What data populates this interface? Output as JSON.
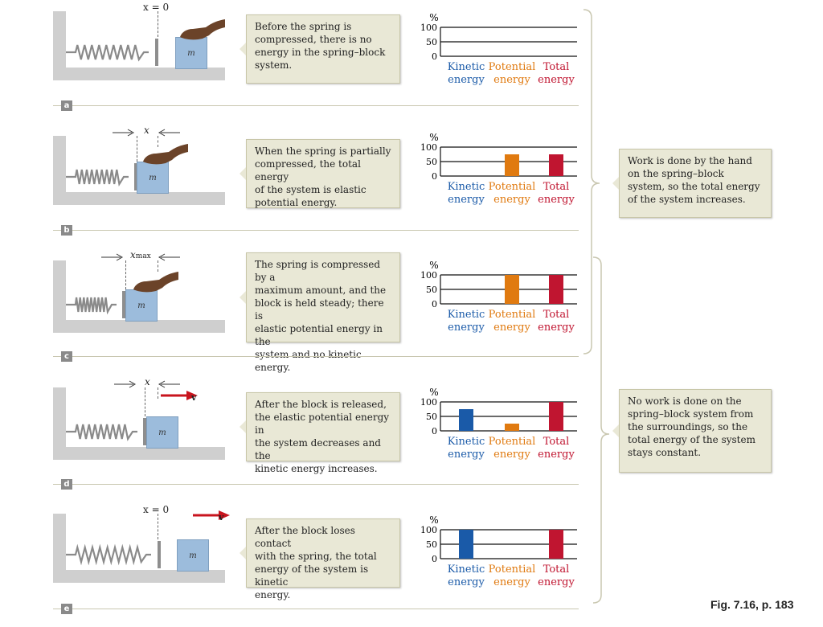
{
  "caption": "Fig. 7.16, p. 183",
  "chart_axis": {
    "unit": "%",
    "ticks": [
      "100",
      "50",
      "0"
    ]
  },
  "categories": [
    "Kinetic energy",
    "Potential energy",
    "Total energy"
  ],
  "colors": {
    "kinetic": "#1a5aa8",
    "potential": "#e07a10",
    "total": "#c01530",
    "callout_bg": "#e9e8d6",
    "block": "#9cbcdc"
  },
  "annotations": {
    "x0": "x = 0",
    "x": "x",
    "xmax": "x",
    "xmax_sub": "max",
    "v": "v",
    "m": "m"
  },
  "panels": [
    {
      "tag": "a",
      "text": [
        "Before the spring is",
        "compressed, there is no",
        "energy in the spring–block",
        "system."
      ]
    },
    {
      "tag": "b",
      "text": [
        "When the spring is partially",
        "compressed, the total energy",
        "of the system is elastic",
        "potential energy."
      ]
    },
    {
      "tag": "c",
      "text": [
        "The spring is compressed by a",
        "maximum amount, and the",
        "block is held steady; there is",
        "elastic potential energy in the",
        "system and no kinetic energy."
      ]
    },
    {
      "tag": "d",
      "text": [
        "After the block is released,",
        "the elastic potential energy in",
        "the system decreases and the",
        "kinetic energy increases."
      ]
    },
    {
      "tag": "e",
      "text": [
        "After the block loses contact",
        "with the spring, the total",
        "energy of the system is kinetic",
        "energy."
      ]
    }
  ],
  "chart_data": [
    {
      "type": "bar",
      "panel": "a",
      "categories": [
        "Kinetic energy",
        "Potential energy",
        "Total energy"
      ],
      "values": [
        0,
        0,
        0
      ],
      "ylabel": "%",
      "ylim": [
        0,
        100
      ]
    },
    {
      "type": "bar",
      "panel": "b",
      "categories": [
        "Kinetic energy",
        "Potential energy",
        "Total energy"
      ],
      "values": [
        0,
        75,
        75
      ],
      "ylabel": "%",
      "ylim": [
        0,
        100
      ]
    },
    {
      "type": "bar",
      "panel": "c",
      "categories": [
        "Kinetic energy",
        "Potential energy",
        "Total energy"
      ],
      "values": [
        0,
        100,
        100
      ],
      "ylabel": "%",
      "ylim": [
        0,
        100
      ]
    },
    {
      "type": "bar",
      "panel": "d",
      "categories": [
        "Kinetic energy",
        "Potential energy",
        "Total energy"
      ],
      "values": [
        75,
        25,
        100
      ],
      "ylabel": "%",
      "ylim": [
        0,
        100
      ]
    },
    {
      "type": "bar",
      "panel": "e",
      "categories": [
        "Kinetic energy",
        "Potential energy",
        "Total energy"
      ],
      "values": [
        100,
        0,
        100
      ],
      "ylabel": "%",
      "ylim": [
        0,
        100
      ]
    }
  ],
  "side_notes": {
    "work": [
      "Work is done by the hand",
      "on the spring–block",
      "system, so the total energy",
      "of the system increases."
    ],
    "no_work": [
      "No work is done on the",
      "spring–block system from",
      "the surroundings, so the",
      "total energy of the system",
      "stays constant."
    ]
  }
}
